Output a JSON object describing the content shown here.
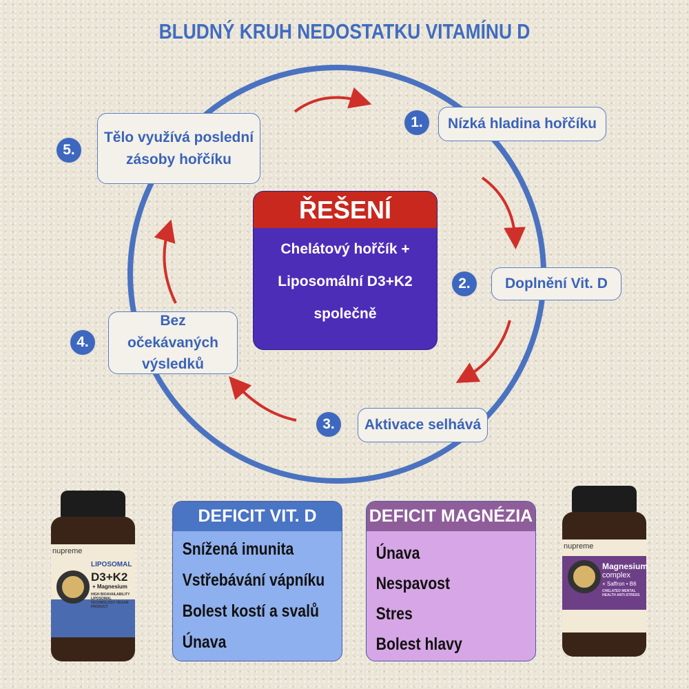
{
  "title": "BLUDNÝ KRUH NEDOSTATKU VITAMÍNU D",
  "colors": {
    "circle": "#4a72c0",
    "arrow": "#d0302a",
    "solution_header": "#c8281e",
    "solution_body": "#4b2db8",
    "vitd_header": "#4a74c4",
    "vitd_body": "#8fb0ee",
    "mg_header": "#8f5e9a",
    "mg_body": "#d7a6e6"
  },
  "steps": [
    {
      "num": "1.",
      "text": "Nízká hladina hořčíku"
    },
    {
      "num": "2.",
      "text": "Doplnění Vit. D"
    },
    {
      "num": "3.",
      "text": "Aktivace selhává"
    },
    {
      "num": "4.",
      "line1": "Bez očekávaných",
      "line2": "výsledků"
    },
    {
      "num": "5.",
      "line1": "Tělo využívá poslední",
      "line2": "zásoby hořčíku"
    }
  ],
  "solution": {
    "header": "ŘEŠENÍ",
    "lines": [
      "Chelátový hořčík +",
      "Liposomální D3+K2",
      "společně"
    ]
  },
  "deficit_vitd": {
    "header": "DEFICIT VIT. D",
    "items": [
      "Snížená imunita",
      "Vstřebávání vápníku",
      "Bolest kostí a svalů",
      "Únava"
    ]
  },
  "deficit_mg": {
    "header": "DEFICIT MAGNÉZIA",
    "items": [
      "Únava",
      "Nespavost",
      "Stres",
      "Bolest hlavy"
    ]
  },
  "products": [
    {
      "brand": "nupreme",
      "line1": "LIPOSOMAL",
      "line2": "D3+K2",
      "line3": "+ Magnesium",
      "line4": "HIGH BIOAVAILABILITY LIPOSOMAL TECHNOLOGY VEGAN PRODUCT"
    },
    {
      "brand": "nupreme",
      "line1": "Magnesium",
      "line2": "complex",
      "line3": "+ Saffron • B6",
      "line4": "CHELATED MENTAL HEALTH ANTI-STRESS"
    }
  ]
}
